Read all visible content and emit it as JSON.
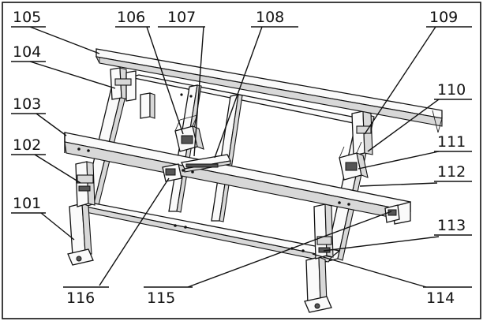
{
  "labels": {
    "l101": "101",
    "l102": "102",
    "l103": "103",
    "l104": "104",
    "l105": "105",
    "l106": "106",
    "l107": "107",
    "l108": "108",
    "l109": "109",
    "l110": "110",
    "l111": "111",
    "l112": "112",
    "l113": "113",
    "l114": "114",
    "l115": "115",
    "l116": "116"
  }
}
